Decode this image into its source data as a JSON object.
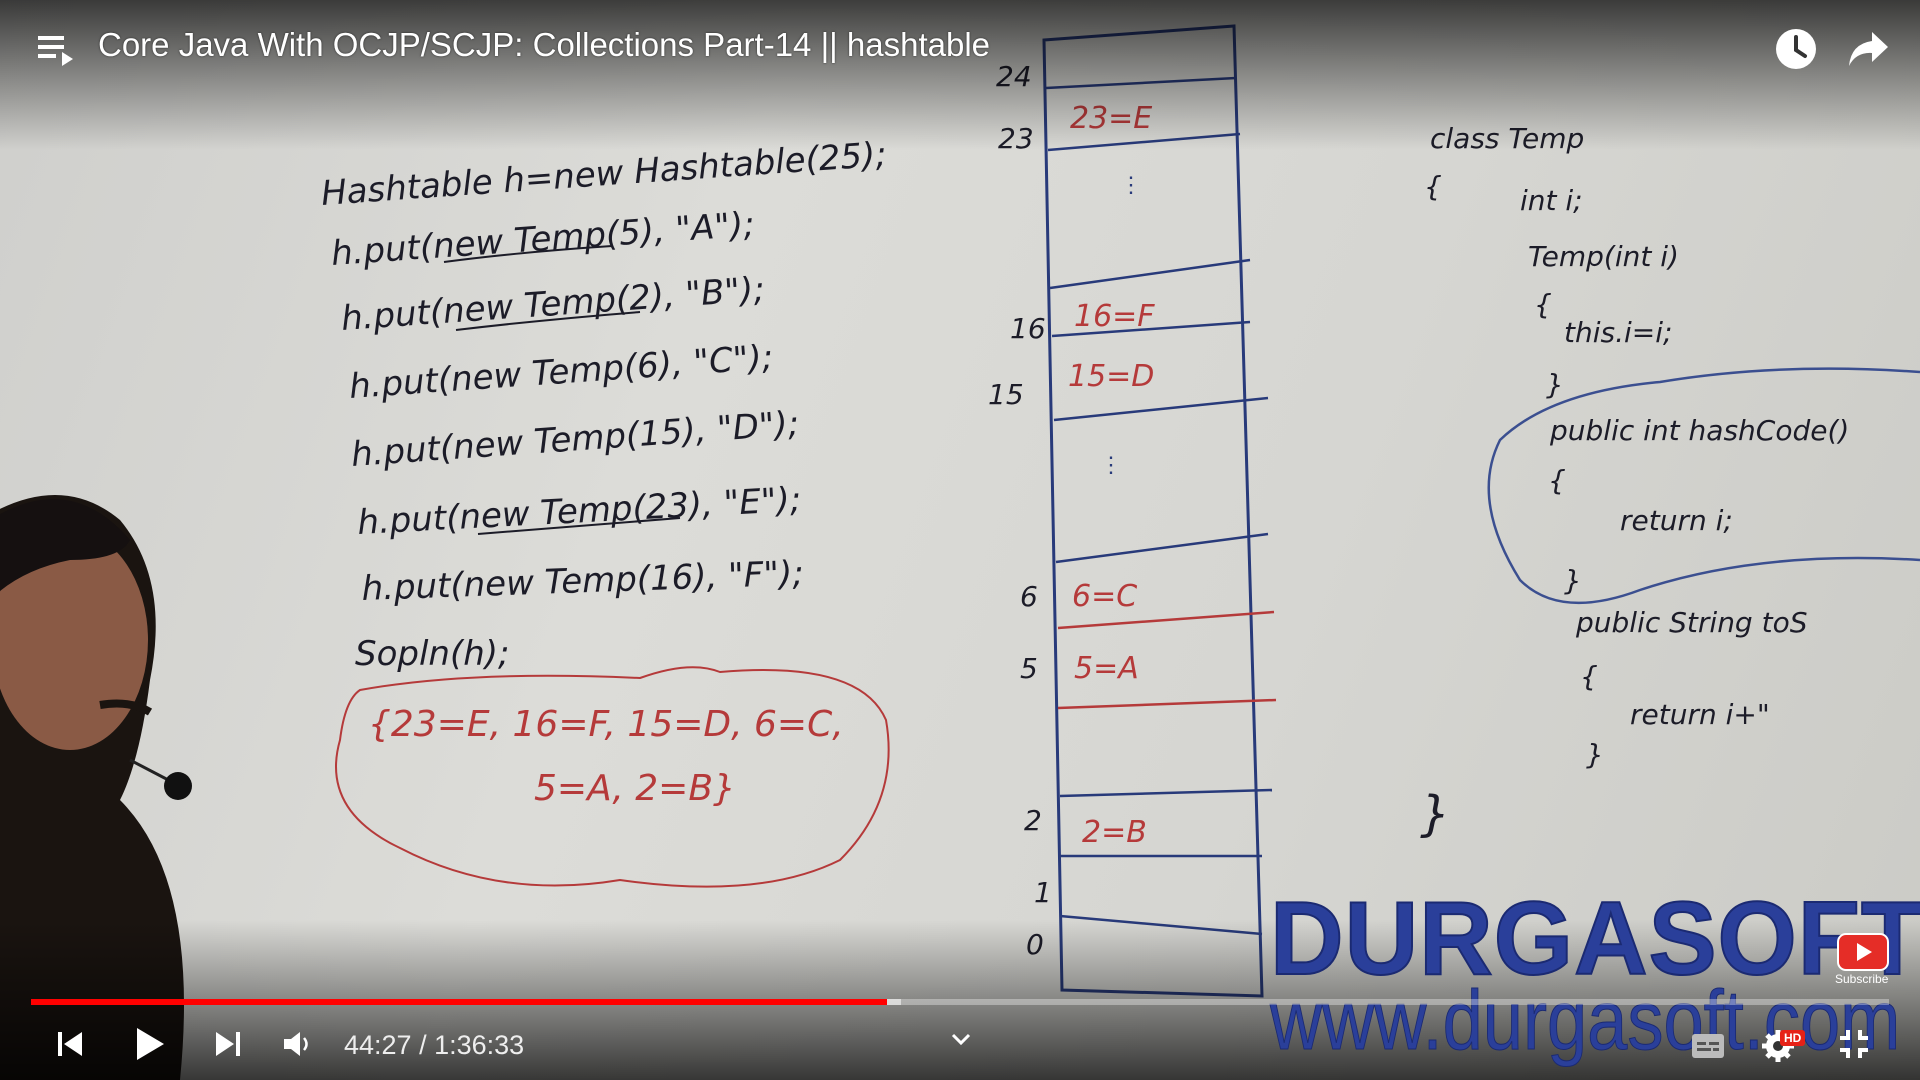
{
  "player": {
    "title": "Core Java With OCJP/SCJP: Collections Part-14 || hashtable",
    "time_current": "44:27",
    "time_separator": " / ",
    "time_total": "1:36:33",
    "progress": 0.4605,
    "buffered": 0.4685,
    "quality_badge": "HD",
    "colors": {
      "played": "#ff0000",
      "badge": "#e62117",
      "overlay_text": "#ffffff"
    },
    "icons": {
      "playlist": "playlist-icon",
      "watch_later": "clock-icon",
      "share": "share-arrow-icon",
      "previous": "skip-previous-icon",
      "play": "play-icon",
      "next": "skip-next-icon",
      "volume": "volume-icon",
      "chapters": "chevron-down-icon",
      "captions": "captions-icon",
      "settings": "gear-icon",
      "fullscreen_exit": "exit-fullscreen-icon"
    }
  },
  "watermark": {
    "brand": "DURGASOFT",
    "url": "www.durgasoft.com",
    "subscribe": "Subscribe"
  },
  "whiteboard": {
    "code_left": [
      "Hashtable h=new Hashtable(25);",
      "h.put(new Temp(5), \"A\");",
      "h.put(new Temp(2), \"B\");",
      "h.put(new Temp(6), \"C\");",
      "h.put(new Temp(15), \"D\");",
      "h.put(new Temp(23), \"E\");",
      "h.put(new Temp(16), \"F\");",
      "Sopln(h);"
    ],
    "output_line1": "{23=E, 16=F, 15=D, 6=C,",
    "output_line2": "5=A, 2=B}",
    "buckets": [
      {
        "index": "24",
        "entry": ""
      },
      {
        "index": "23",
        "entry": "23=E"
      },
      {
        "index": "16",
        "entry": "16=F"
      },
      {
        "index": "15",
        "entry": "15=D"
      },
      {
        "index": "6",
        "entry": "6=C"
      },
      {
        "index": "5",
        "entry": "5=A"
      },
      {
        "index": "2",
        "entry": "2=B"
      },
      {
        "index": "1",
        "entry": ""
      },
      {
        "index": "0",
        "entry": ""
      }
    ],
    "class_code": {
      "header": "class Temp",
      "open_brace": "{",
      "field": "int i;",
      "ctor": "Temp(int i)",
      "ctor_open": "{",
      "ctor_body": "this.i=i;",
      "ctor_close": "}",
      "hash_sig": "public int hashCode()",
      "hash_open": "{",
      "hash_body": "return i;",
      "hash_close": "}",
      "tostring_sig": "public String toS",
      "tostring_open": "{",
      "tostring_body": "return i+\"",
      "tostring_close": "}",
      "class_close": "}"
    }
  }
}
